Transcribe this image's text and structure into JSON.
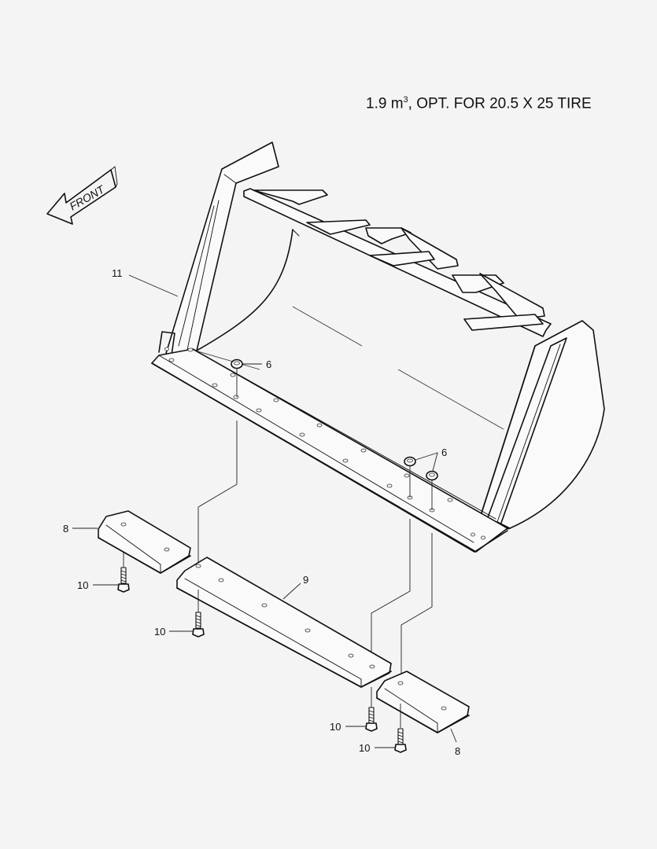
{
  "title": {
    "capacity": "1.9 m",
    "superscript": "3",
    "rest": ", OPT. FOR 20.5 X 25 TIRE"
  },
  "direction_arrow": {
    "label": "FRONT",
    "icon": "front-arrow-icon"
  },
  "callouts": {
    "bucket": "11",
    "nut_left": "6",
    "nut_right": "6",
    "wear_plate_left": "8",
    "wear_plate_right": "8",
    "cutting_edge": "9",
    "bolt_1": "10",
    "bolt_2": "10",
    "bolt_3": "10",
    "bolt_4": "10"
  },
  "colors": {
    "background": "#f4f4f4",
    "line": "#111111"
  }
}
